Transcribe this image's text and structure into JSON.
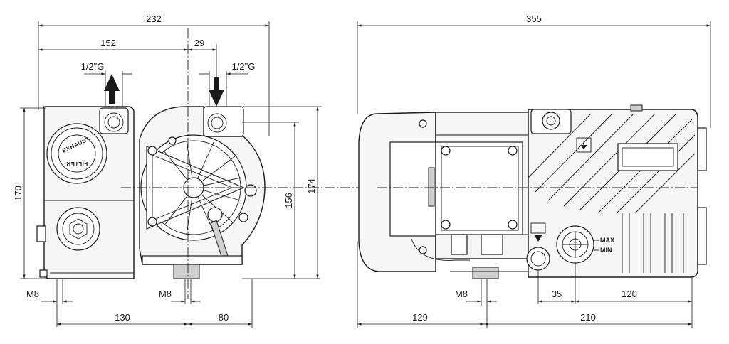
{
  "dimensions": {
    "overall_width_front": "232",
    "inlet_offset": "152",
    "outlet_spacing": "29",
    "height_170": "170",
    "height_156": "156",
    "height_174": "174",
    "base_130": "130",
    "base_80": "80",
    "overall_length_side": "355",
    "side_35": "35",
    "side_120": "120",
    "side_129": "129",
    "side_210": "210"
  },
  "labels": {
    "thread_left": "1/2\"G",
    "thread_right": "1/2\"G",
    "bolt_m8_a": "M8",
    "bolt_m8_b": "M8",
    "bolt_m8_c": "M8",
    "oil_max": "MAX",
    "oil_min": "MIN",
    "filter_line1": "EXHAUST",
    "filter_line2": "FILTER"
  },
  "icons": {
    "arrow_up": "exhaust-flow-arrow-icon",
    "arrow_down": "inlet-flow-arrow-icon",
    "oil_fill": "oil-fill-symbol-icon",
    "oil_drain": "oil-drain-symbol-icon"
  }
}
